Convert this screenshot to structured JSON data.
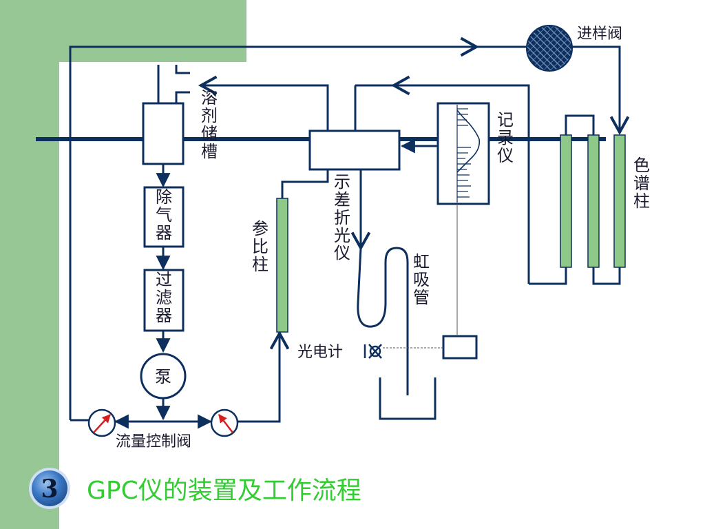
{
  "labels": {
    "sample_valve": "进样阀",
    "solvent_tank": "溶剂储槽",
    "recorder": "记录仪",
    "column": "色谱柱",
    "degasser": "除气器",
    "filter": "过滤器",
    "pump": "泵",
    "refractometer": "示差折光仪",
    "reference_column": "参比柱",
    "siphon": "虹吸管",
    "photometer": "光电计",
    "flow_valve": "流量控制阀"
  },
  "slide": {
    "number": "3",
    "title": "GPC仪的装置及工作流程"
  },
  "colors": {
    "line": "#0d2f5e",
    "panel_green": "#97c795",
    "column_fill": "#8fc98a",
    "title_green": "#33cc33",
    "badge_blue": "#2f6bb5",
    "arrow_red": "#d81f1f"
  },
  "icons": [
    "sample-valve-icon",
    "gauge-icon",
    "photocell-icon",
    "pump-icon"
  ]
}
